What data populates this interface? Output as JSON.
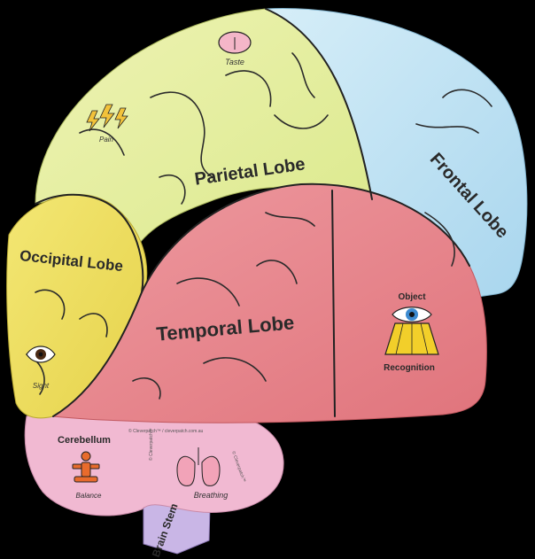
{
  "lobes": {
    "frontal": "Frontal Lobe",
    "parietal": "Parietal Lobe",
    "temporal": "Temporal Lobe",
    "occipital": "Occipital Lobe",
    "cerebellum": "Cerebellum",
    "brain_stem": "Brain Stem"
  },
  "functions": {
    "taste": "Taste",
    "pain": "Pain",
    "sight": "Sight",
    "object": "Object",
    "recognition": "Recognition",
    "balance": "Balance",
    "breathing": "Breathing"
  },
  "copyright": "© Cleverpatch™ / cleverpatch.com.au",
  "copyright_short": "© Cleverpatch™",
  "colors": {
    "frontal": "#bfe3f3",
    "parietal": "#e4ef9c",
    "temporal": "#e98a8f",
    "occipital": "#efe05a",
    "cerebellum": "#f1b9d2",
    "brain_stem": "#c9b6e6",
    "outline": "#222222"
  }
}
